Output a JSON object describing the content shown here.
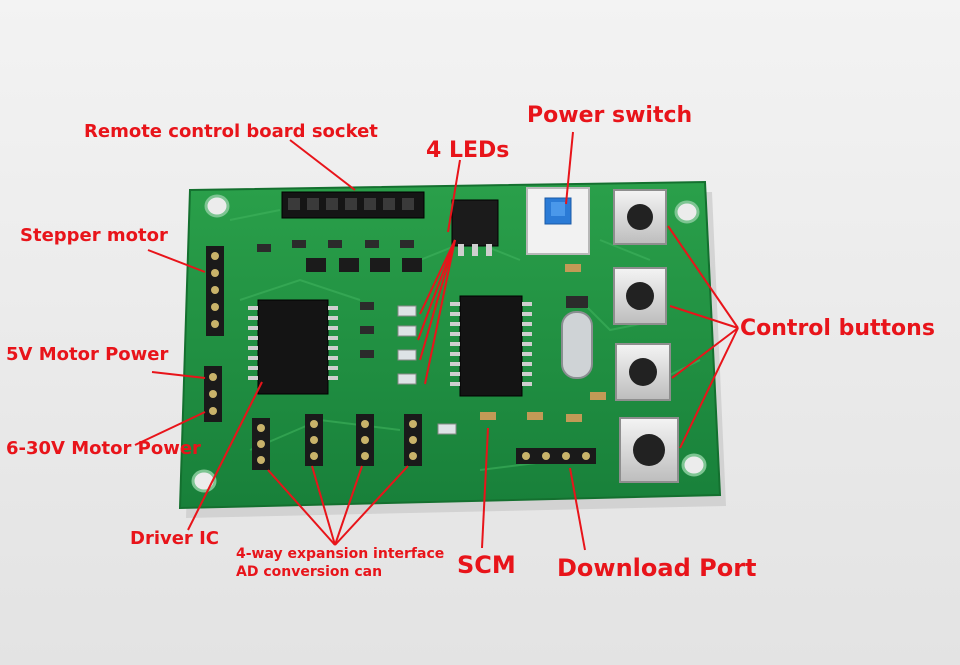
{
  "labels": {
    "remote_socket": "Remote control board socket",
    "leds": "4 LEDs",
    "power_switch": "Power switch",
    "stepper_motor": "Stepper motor",
    "motor_5v": "5V Motor Power",
    "motor_6_30v": "6-30V Motor Power",
    "control_buttons": "Control buttons",
    "driver_ic": "Driver IC",
    "expansion_line1": "4-way expansion interface",
    "expansion_line2": "AD conversion can",
    "scm": "SCM",
    "download_port": "Download Port"
  },
  "colors": {
    "annotation": "#e8141a",
    "pcb": "#1f8f3f",
    "header_black": "#111111",
    "switch_blue": "#2b7bd6"
  },
  "icons": [
    "mounting-hole-icon",
    "push-button-icon",
    "slide-switch-icon",
    "led-icon",
    "chip-icon",
    "crystal-icon"
  ]
}
